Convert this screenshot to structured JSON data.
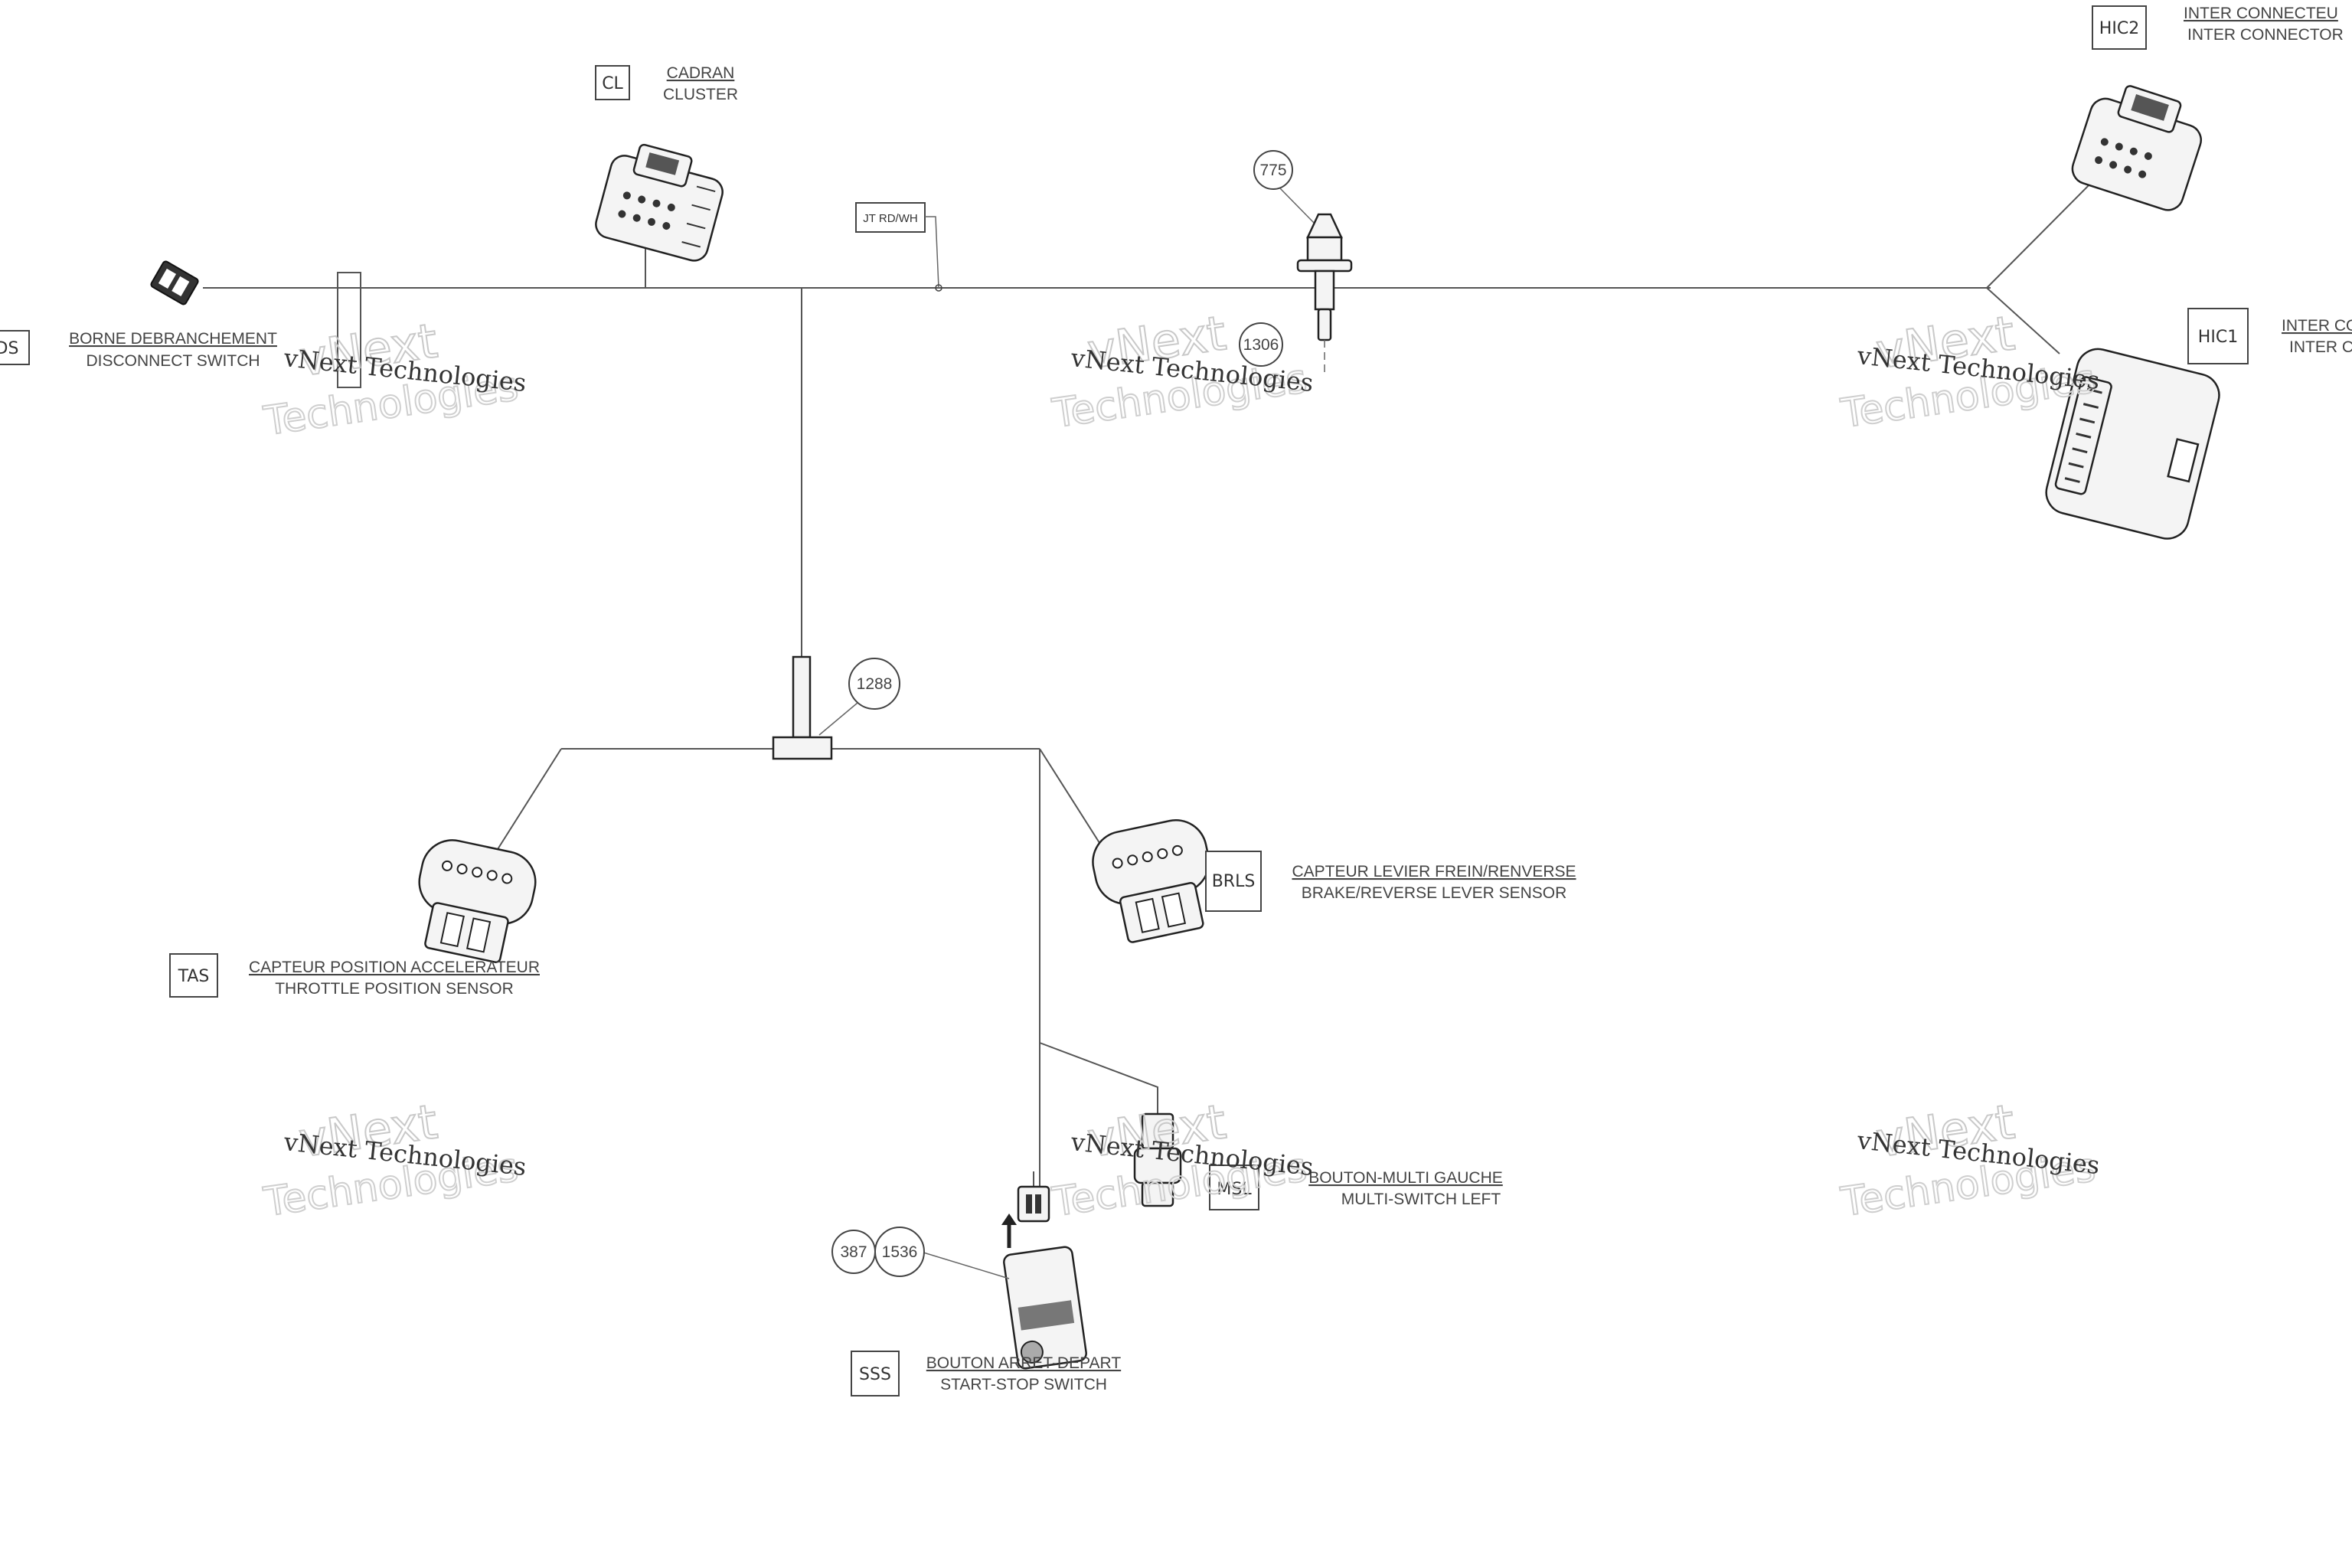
{
  "connectors": [
    {
      "code": "DS",
      "line1": "BORNE DEBRANCHEMENT",
      "line2": "DISCONNECT SWITCH"
    },
    {
      "code": "CL",
      "line1": "CADRAN",
      "line2": "CLUSTER"
    },
    {
      "code": "HIC2",
      "line1": "INTER CONNECTEU",
      "line2": "INTER CONNECTOR"
    },
    {
      "code": "HIC1",
      "line1": "INTER CO",
      "line2": "INTER C"
    },
    {
      "code": "TAS",
      "line1": "CAPTEUR POSITION ACCELERATEUR",
      "line2": "THROTTLE POSITION SENSOR"
    },
    {
      "code": "BRLS",
      "line1": "CAPTEUR LEVIER FREIN/RENVERSE",
      "line2": "BRAKE/REVERSE LEVER SENSOR"
    },
    {
      "code": "MSL",
      "line1": "BOUTON-MULTI GAUCHE",
      "line2": "MULTI-SWITCH LEFT"
    },
    {
      "code": "SSS",
      "line1": "BOUTON ARRET-DEPART",
      "line2": "START-STOP SWITCH"
    }
  ],
  "part_numbers": [
    "775",
    "1306",
    "1288",
    "387",
    "1536"
  ],
  "splice_tag": "JT RD/WH",
  "watermark": {
    "line1": "vNext Technologies",
    "line2": "vNext",
    "line3": "Technologies"
  }
}
